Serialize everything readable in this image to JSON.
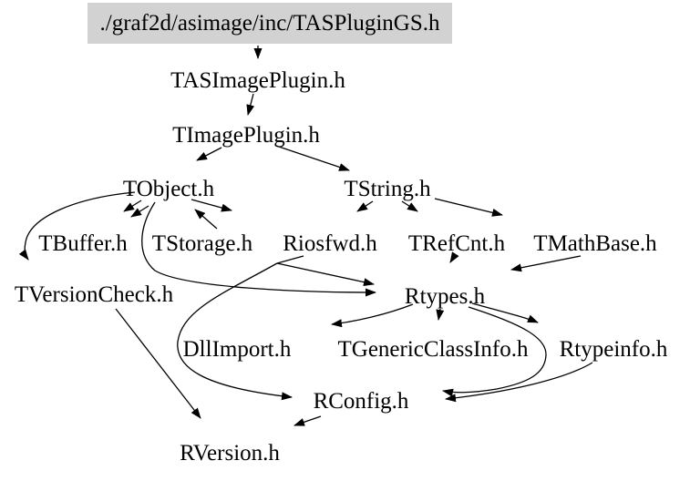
{
  "diagram": {
    "kind": "include-dependency-graph",
    "title_node": "./graf2d/asimage/inc/TASPluginGS.h",
    "colors": {
      "highlight_bg": "#d2d2d2",
      "edge": "#000000",
      "text": "#000000",
      "background": "#ffffff"
    },
    "nodes": [
      {
        "id": "tasimageplugin",
        "label": "TASImagePlugin.h"
      },
      {
        "id": "timageplugin",
        "label": "TImagePlugin.h"
      },
      {
        "id": "tobject",
        "label": "TObject.h"
      },
      {
        "id": "tstring",
        "label": "TString.h"
      },
      {
        "id": "tbuffer",
        "label": "TBuffer.h"
      },
      {
        "id": "tstorage",
        "label": "TStorage.h"
      },
      {
        "id": "riosfwd",
        "label": "Riosfwd.h"
      },
      {
        "id": "trefcnt",
        "label": "TRefCnt.h"
      },
      {
        "id": "tmathbase",
        "label": "TMathBase.h"
      },
      {
        "id": "tversioncheck",
        "label": "TVersionCheck.h"
      },
      {
        "id": "rtypes",
        "label": "Rtypes.h"
      },
      {
        "id": "dllimport",
        "label": "DllImport.h"
      },
      {
        "id": "tgenericclassinfo",
        "label": "TGenericClassInfo.h"
      },
      {
        "id": "rtypeinfo",
        "label": "Rtypeinfo.h"
      },
      {
        "id": "rconfig",
        "label": "RConfig.h"
      },
      {
        "id": "rversion",
        "label": "RVersion.h"
      }
    ],
    "edges": [
      {
        "from": "TASPluginGS.h",
        "to": "TASImagePlugin.h"
      },
      {
        "from": "TASImagePlugin.h",
        "to": "TImagePlugin.h"
      },
      {
        "from": "TImagePlugin.h",
        "to": "TObject.h"
      },
      {
        "from": "TImagePlugin.h",
        "to": "TString.h"
      },
      {
        "from": "TObject.h",
        "to": "TBuffer.h"
      },
      {
        "from": "TObject.h",
        "to": "TBuffer.h"
      },
      {
        "from": "TStorage.h",
        "to": "TObject.h"
      },
      {
        "from": "TObject.h",
        "to": "Riosfwd.h"
      },
      {
        "from": "TObject.h",
        "to": "TVersionCheck.h"
      },
      {
        "from": "TObject.h",
        "to": "Rtypes.h"
      },
      {
        "from": "TString.h",
        "to": "Riosfwd.h"
      },
      {
        "from": "TString.h",
        "to": "TRefCnt.h"
      },
      {
        "from": "TString.h",
        "to": "TMathBase.h"
      },
      {
        "from": "TRefCnt.h",
        "to": "Rtypes.h"
      },
      {
        "from": "TMathBase.h",
        "to": "Rtypes.h"
      },
      {
        "from": "Riosfwd.h",
        "to": "Rtypes.h"
      },
      {
        "from": "Riosfwd.h",
        "to": "RConfig.h"
      },
      {
        "from": "Rtypes.h",
        "to": "DllImport.h"
      },
      {
        "from": "Rtypes.h",
        "to": "TGenericClassInfo.h"
      },
      {
        "from": "Rtypes.h",
        "to": "Rtypeinfo.h"
      },
      {
        "from": "Rtypes.h",
        "to": "RConfig.h"
      },
      {
        "from": "Rtypeinfo.h",
        "to": "RConfig.h"
      },
      {
        "from": "TVersionCheck.h",
        "to": "RVersion.h"
      },
      {
        "from": "RConfig.h",
        "to": "RVersion.h"
      }
    ]
  }
}
